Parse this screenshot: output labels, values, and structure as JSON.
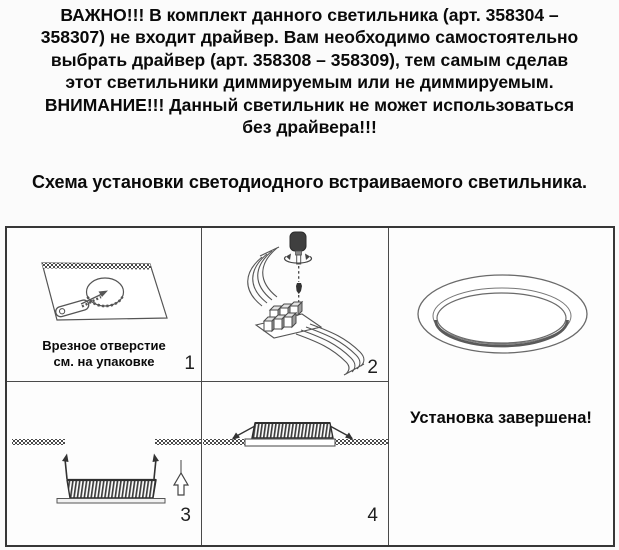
{
  "notice": {
    "lines": [
      "ВАЖНО!!! В комплект данного светильника (арт. 358304 –",
      "358307) не входит драйвер. Вам необходимо самостоятельно",
      "выбрать драйвер (арт. 358308 – 358309), тем самым сделав",
      "этот светильники диммируемым или не диммируемым.",
      "ВНИМАНИЕ!!! Данный светильник не может использоваться",
      "без драйвера!!!"
    ]
  },
  "scheme_title": "Схема установки светодиодного встраиваемого светильника.",
  "panels": {
    "step1": {
      "number": "1",
      "caption_line1": "Врезное отверстие",
      "caption_line2": "см. на упаковке",
      "illustration": "keyhole-saw-cutting-round-hole-in-ceiling-tile"
    },
    "step2": {
      "number": "2",
      "illustration": "screwdriver-fastening-wires-in-terminal-block"
    },
    "step3": {
      "number": "3",
      "illustration": "fixture-with-spring-clips-inserted-upward-into-ceiling-cutout"
    },
    "step4": {
      "number": "4",
      "illustration": "fixture-clamped-in-ceiling-by-spring-arms"
    },
    "result": {
      "caption": "Установка завершена!",
      "illustration": "installed-recessed-downlight-front-view"
    }
  },
  "colors": {
    "background": "#fbfbfb",
    "line_art": "#4a4a4a",
    "border": "#373737",
    "text": "#0a0a0a"
  }
}
